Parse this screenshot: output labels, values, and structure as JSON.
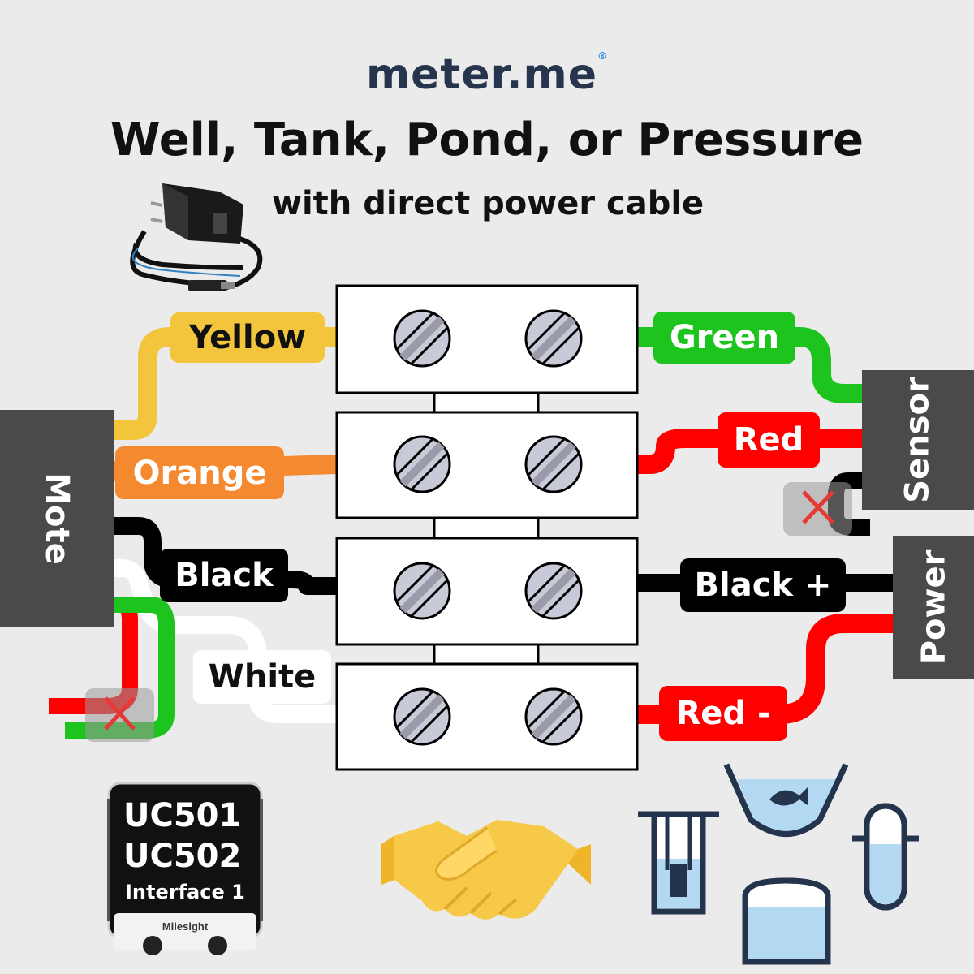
{
  "brand": {
    "name_main": "meter.",
    "name_accent": "me",
    "mark": "®"
  },
  "header": {
    "title": "Well, Tank, Pond, or Pressure",
    "subtitle": "with direct power cable"
  },
  "blocks": {
    "mote": "Mote",
    "sensor": "Sensor",
    "power": "Power"
  },
  "wires_left": {
    "yellow": "Yellow",
    "orange": "Orange",
    "black": "Black",
    "white": "White"
  },
  "wires_right": {
    "green": "Green",
    "red": "Red",
    "black_plus": "Black +",
    "red_minus": "Red -"
  },
  "device": {
    "line1": "UC501",
    "line2": "UC502",
    "line3": "Interface 1",
    "maker": "Milesight"
  },
  "colors": {
    "yellow": "#f2c53d",
    "orange": "#f5892f",
    "black": "#000000",
    "white": "#ffffff",
    "green": "#1ec41e",
    "red": "#ff0000",
    "block": "#4a4a4a",
    "screw": "#c8cad8",
    "brand": "#27344d"
  },
  "icons": [
    "power-adapter-icon",
    "handshake-icon",
    "well-icon",
    "pond-icon",
    "tank-icon",
    "pressure-sensor-icon",
    "disconnected-x-icon"
  ]
}
